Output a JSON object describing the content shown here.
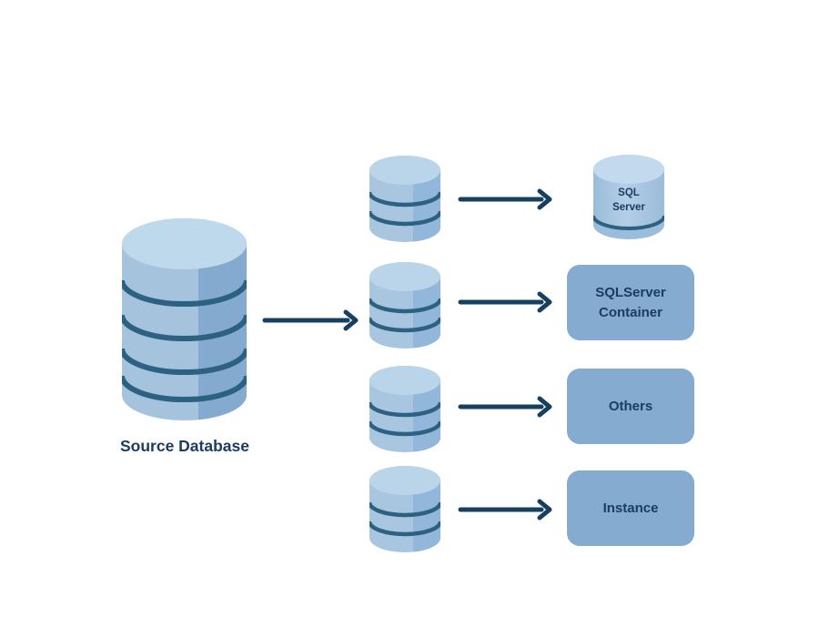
{
  "source": {
    "label": "Source Database",
    "icon": "database-cylinder-icon"
  },
  "flow": {
    "main_arrow_icon": "arrow-right-icon",
    "rows": [
      {
        "shard_icon": "database-cylinder-icon",
        "arrow_icon": "arrow-right-icon",
        "target": {
          "label": "SQL Server",
          "shape": "cylinder",
          "icon": "database-cylinder-icon"
        }
      },
      {
        "shard_icon": "database-cylinder-icon",
        "arrow_icon": "arrow-right-icon",
        "target": {
          "label": "SQLServer Container",
          "shape": "rounded-box"
        }
      },
      {
        "shard_icon": "database-cylinder-icon",
        "arrow_icon": "arrow-right-icon",
        "target": {
          "label": "Others",
          "shape": "rounded-box"
        }
      },
      {
        "shard_icon": "database-cylinder-icon",
        "arrow_icon": "arrow-right-icon",
        "target": {
          "label": "Instance",
          "shape": "rounded-box"
        }
      }
    ]
  },
  "colors": {
    "background": "#ffffff",
    "label_text": "#1c3c60",
    "arrow": "#16405f",
    "cylinder_ring": "#2d6182",
    "big_cylinder_top": "#bed8ec",
    "big_cylinder_body": "#a5c3dd",
    "big_cylinder_shade": "#84abcf",
    "small_cylinder_top": "#bad5ea",
    "small_cylinder_body": "#a8c6e0",
    "small_cylinder_shade": "#92b7da",
    "sql_cylinder_top": "#c3daee",
    "sql_cylinder_body": "#a9c7e2",
    "target_box_fill": "#85abd1"
  }
}
